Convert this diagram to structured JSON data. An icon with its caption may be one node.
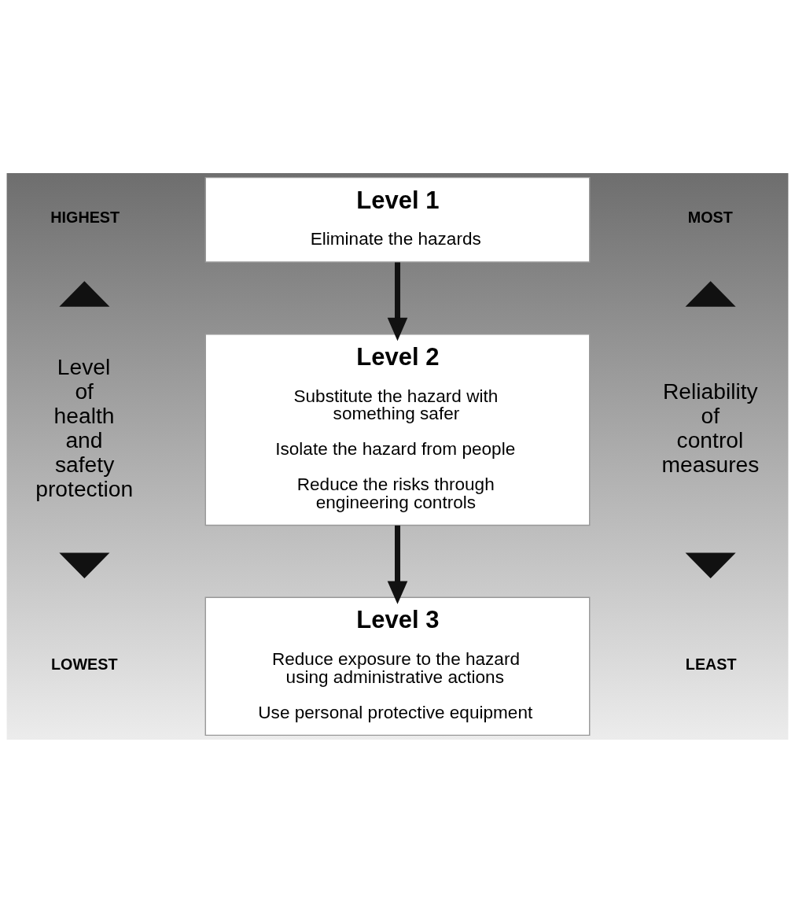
{
  "diagram": {
    "nodes": [
      {
        "text": [
          "Level 1",
          "Eliminate the hazards"
        ]
      },
      {
        "text": [
          "Level 2",
          "Substitute the hazard with something safer",
          "Isolate the hazard from people",
          "Reduce the risks through engineering controls"
        ]
      },
      {
        "text": [
          "Level 3",
          "Reduce exposure to the hazard using administrative actions",
          "Use personal protective equipment"
        ]
      },
      {
        "text": [],
        "shape": "chevron"
      },
      {
        "text": [],
        "shape": "chevron"
      },
      {
        "text": [],
        "shape": "chevron"
      },
      {
        "text": [],
        "shape": "chevron"
      }
    ],
    "edges": [
      {
        "from": 0,
        "to": 1,
        "arrow": "to"
      },
      {
        "from": 1,
        "to": 2,
        "arrow": "to"
      }
    ],
    "labels": [
      "HIGHEST",
      "MOST",
      "Level of health and safety protection",
      "Reliability of control measures",
      "LOWEST",
      "LEAST"
    ]
  }
}
